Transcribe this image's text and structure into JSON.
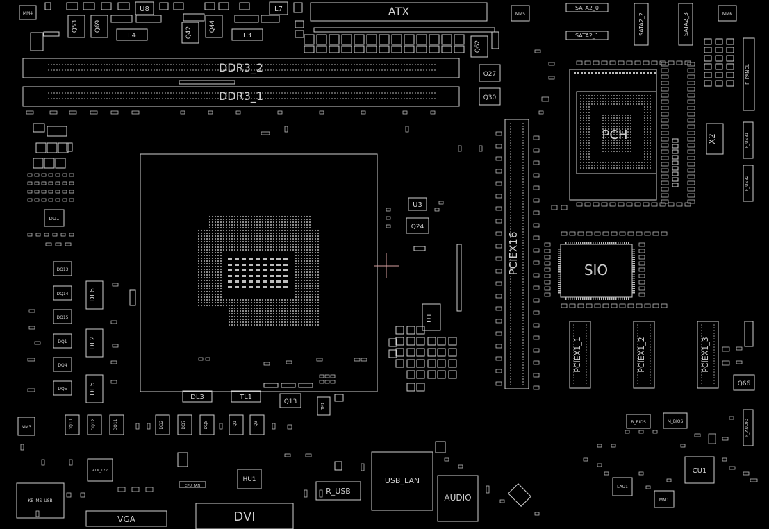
{
  "board": {
    "colors": {
      "background": "#000000",
      "outline": "#cfcfcf",
      "cursor": "#d9a0a0"
    },
    "labels": {
      "atx": "ATX",
      "ddr3_2": "DDR3_2",
      "ddr3_1": "DDR3_1",
      "pch": "PCH",
      "sio": "SIO",
      "pciex16": "PCIEX16",
      "pciex1_1": "PCIEX1_1",
      "pciex1_2": "PCIEX1_2",
      "pciex1_3": "PCIEX1_3",
      "l4": "L4",
      "l3": "L3",
      "u8": "U8",
      "l7": "L7",
      "u3": "U3",
      "u1": "U1",
      "q53": "Q53",
      "q69": "Q69",
      "q42": "Q42",
      "q44": "Q44",
      "q62": "Q62",
      "q27": "Q27",
      "q30": "Q30",
      "q24": "Q24",
      "q13": "Q13",
      "q66": "Q66",
      "x2": "X2",
      "dl6": "DL6",
      "dl2": "DL2",
      "dl5": "DL5",
      "dl3": "DL3",
      "tl1": "TL1",
      "dq13": "DQ13",
      "dq14": "DQ14",
      "dq15": "DQ15",
      "dq1": "DQ1",
      "dq4": "DQ4",
      "dq5": "DQ5",
      "dq10": "DQ10",
      "dq12": "DQ12",
      "dq11": "DQ11",
      "dq2": "DQ2",
      "dq7": "DQ7",
      "dq8": "DQ8",
      "tq1": "TQ1",
      "tq3": "TQ3",
      "du1": "DU1",
      "hu1": "HU1",
      "cu1": "CU1",
      "lau1": "LAU1",
      "mm1": "MM1",
      "mm3": "MM3",
      "mm4": "MM4",
      "mm5": "MM5",
      "mm6": "MM6",
      "sata2_0": "SATA2_0",
      "sata2_1": "SATA2_1",
      "sata2_2": "SATA2_2",
      "sata2_3": "SATA2_3",
      "f_panel": "F_PANEL",
      "f_usb1": "F_USB1",
      "f_usb2": "F_USB2",
      "f_audio": "F_AUDIO",
      "b_bios": "B_BIOS",
      "m_bios": "M_BIOS",
      "kb_ms_usb": "KB_MS_USB",
      "vga": "VGA",
      "dvi": "DVI",
      "r_usb": "R_USB",
      "usb_lan": "USB_LAN",
      "audio": "AUDIO",
      "atx_12v": "ATX_12V",
      "cpu_fan": "CPU_FAN",
      "tm1": "TM1"
    }
  }
}
